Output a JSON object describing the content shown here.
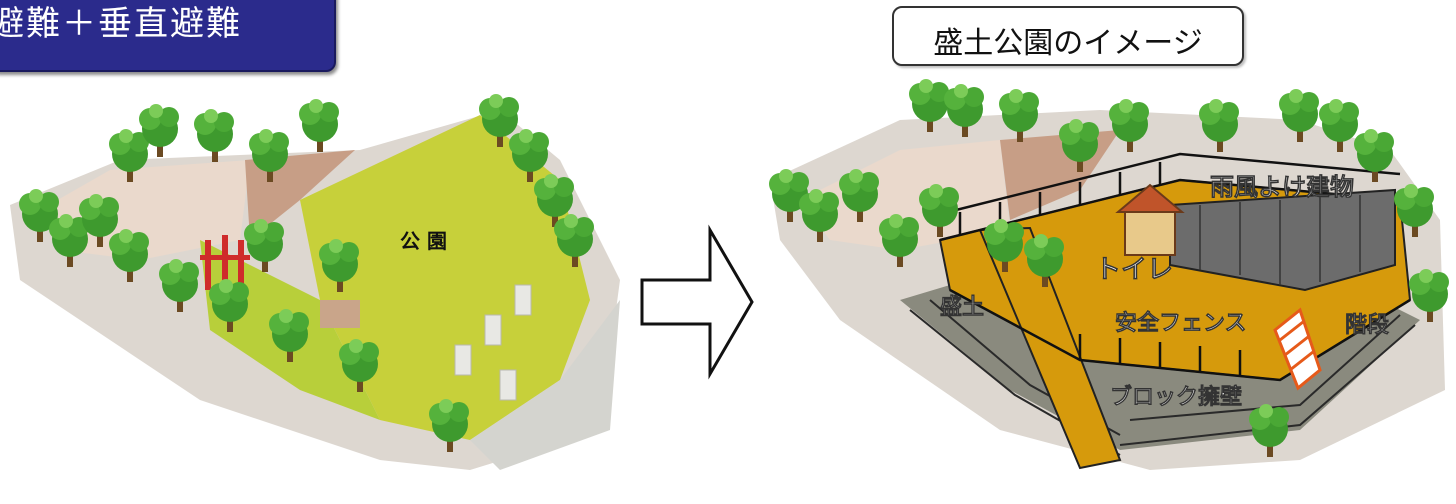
{
  "header": {
    "title": "避難＋垂直避難"
  },
  "left_panel": {
    "park_label": "公 園"
  },
  "right_panel": {
    "title": "盛土公園のイメージ",
    "labels": {
      "shelter": "雨風よけ建物",
      "toilet": "トイレ",
      "embankment": "盛土",
      "fence": "安全フェンス",
      "stairs": "階段",
      "retaining_wall": "ブロック擁壁"
    }
  },
  "colors": {
    "header_bg": "#2b2b8c",
    "lawn": "#c7d03a",
    "mound": "#d69a0c",
    "tree": "#3e9a2e",
    "wall": "#8a8a7e"
  }
}
